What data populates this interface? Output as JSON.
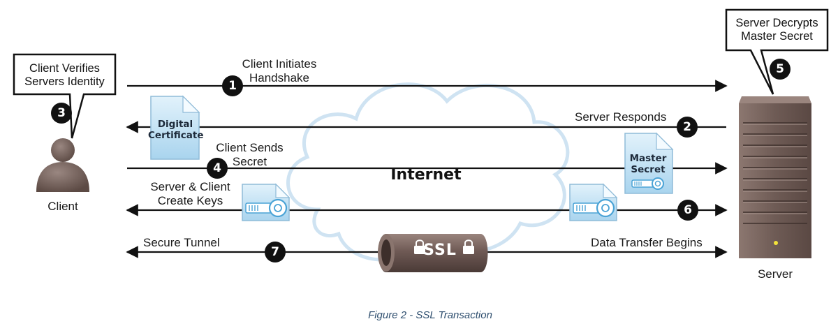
{
  "client_label": "Client",
  "server_label": "Server",
  "cloud_label": "Internet",
  "client_bubble": {
    "line1": "Client Verifies",
    "line2": "Servers Identity"
  },
  "server_bubble": {
    "line1": "Server Decrypts",
    "line2": "Master Secret"
  },
  "steps": {
    "s1": {
      "number": "1",
      "line1": "Client Initiates",
      "line2": "Handshake"
    },
    "s2": {
      "number": "2",
      "label": "Server Responds"
    },
    "s3": {
      "number": "3"
    },
    "s4": {
      "number": "4",
      "line1": "Client Sends",
      "line2": "Secret"
    },
    "s5": {
      "number": "5"
    },
    "s6": {
      "number": "6",
      "line1": "Server & Client",
      "line2": "Create Keys"
    },
    "s7": {
      "number": "7",
      "label": "Secure Tunnel"
    }
  },
  "data_transfer_label": "Data Transfer Begins",
  "documents": {
    "certificate": {
      "line1": "Digital",
      "line2": "Certificate"
    },
    "master_secret": {
      "line1": "Master",
      "line2": "Secret"
    }
  },
  "ssl_label": "SSL",
  "caption": "Figure 2 - SSL Transaction",
  "colors": {
    "arrow": "#111111",
    "cloud_stroke": "#cfe3f2",
    "doc_fill": "#bfe0f3",
    "server_body": "#7d6a63",
    "tube": "#6f5a55",
    "caption": "#2f4f6f",
    "server_led": "#f2e23a"
  }
}
